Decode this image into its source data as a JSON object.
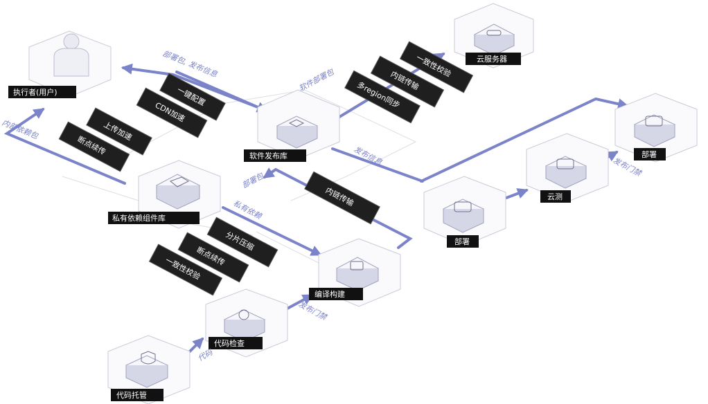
{
  "colors": {
    "flow": "#7b83c9",
    "node_hex_stroke": "#c9cbd8",
    "platform_top": "#f7f7fb",
    "platform_side": "#d6d7e6",
    "card_bg": "#1f1f1f",
    "label_bg": "#111111",
    "label_text": "#ffffff",
    "light_line": "#dcdde6"
  },
  "nodes": {
    "user": "执行者(用户)",
    "code_hosting": "代码托管",
    "code_check": "代码检查",
    "build": "编译构建",
    "private_lib": "私有依赖组件库",
    "release_repo": "软件发布库",
    "cloud_server": "云服务器",
    "deploy_1": "部署",
    "cloud_test": "云测",
    "deploy_2": "部署"
  },
  "cards": {
    "one_click": "一键配置",
    "cdn": "CDN加速",
    "upload_accel": "上传加速",
    "resume_1": "断点续传",
    "consistency_1": "一致性校验",
    "intranet_1": "内链传输",
    "multi_region": "多region同步",
    "intranet_2": "内链传输",
    "shard_compress": "分片压缩",
    "resume_2": "断点续传",
    "consistency_2": "一致性校验"
  },
  "flow_labels": {
    "deploy_release_info": "部署包, 发布信息",
    "private_dep_package": "内部依赖包",
    "software_deploy_pkg": "软件部署包",
    "release_info": "发布信息",
    "deploy_pkg": "部署包",
    "private_dep": "私有依赖",
    "release_gate_1": "发布门禁",
    "release_gate_2": "发布门禁",
    "code": "代码"
  }
}
